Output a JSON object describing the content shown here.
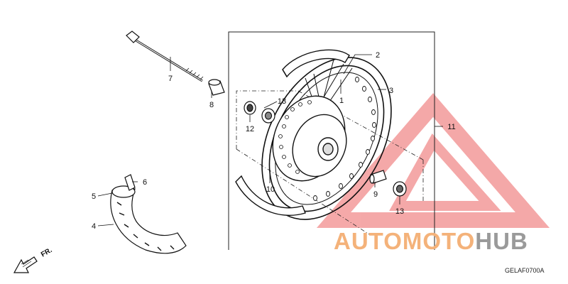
{
  "diagram": {
    "callouts": [
      {
        "id": "1",
        "label": "1"
      },
      {
        "id": "2",
        "label": "2"
      },
      {
        "id": "3",
        "label": "3"
      },
      {
        "id": "4",
        "label": "4"
      },
      {
        "id": "5",
        "label": "5"
      },
      {
        "id": "6",
        "label": "6"
      },
      {
        "id": "7",
        "label": "7"
      },
      {
        "id": "8",
        "label": "8"
      },
      {
        "id": "9",
        "label": "9"
      },
      {
        "id": "10",
        "label": "10"
      },
      {
        "id": "11",
        "label": "11"
      },
      {
        "id": "12",
        "label": "12"
      },
      {
        "id": "13a",
        "label": "13"
      },
      {
        "id": "13b",
        "label": "13"
      }
    ],
    "direction_label": "FR.",
    "reference_code": "GELAF0700A"
  },
  "watermark": {
    "brand_part1": "AUTOMOTO",
    "brand_part2": "HUB",
    "color_primary": "#f08a8a",
    "color_secondary": "#b8b8b8"
  }
}
